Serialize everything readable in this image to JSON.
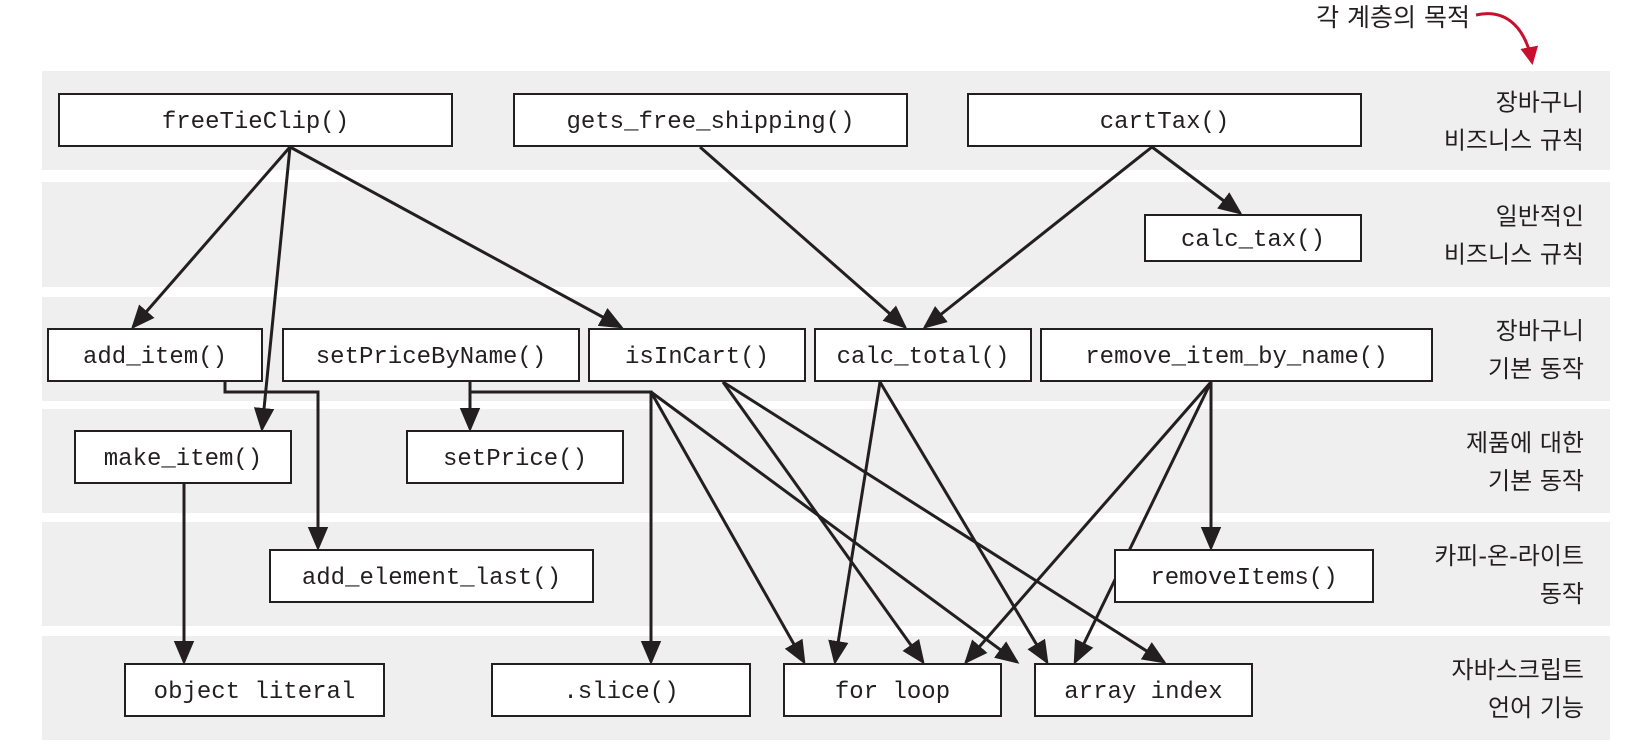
{
  "callout": {
    "text": "각 계층의 목적",
    "arrow_color": "#c8102e"
  },
  "layers": [
    {
      "id": "cart-business-rules",
      "line1": "장바구니",
      "line2": "비즈니스 규칙"
    },
    {
      "id": "general-business-rules",
      "line1": "일반적인",
      "line2": "비즈니스 규칙"
    },
    {
      "id": "cart-basic-operations",
      "line1": "장바구니",
      "line2": "기본 동작"
    },
    {
      "id": "item-basic-operations",
      "line1": "제품에 대한",
      "line2": "기본 동작"
    },
    {
      "id": "copy-on-write-operations",
      "line1": "카피-온-라이트",
      "line2": "동작"
    },
    {
      "id": "javascript-language-features",
      "line1": "자바스크립트",
      "line2": "언어 기능"
    }
  ],
  "nodes": [
    {
      "id": "freeTieClip",
      "label": "freeTieClip()"
    },
    {
      "id": "gets_free_shipping",
      "label": "gets_free_shipping()"
    },
    {
      "id": "cartTax",
      "label": "cartTax()"
    },
    {
      "id": "calc_tax",
      "label": "calc_tax()"
    },
    {
      "id": "add_item",
      "label": "add_item()"
    },
    {
      "id": "setPriceByName",
      "label": "setPriceByName()"
    },
    {
      "id": "isInCart",
      "label": "isInCart()"
    },
    {
      "id": "calc_total",
      "label": "calc_total()"
    },
    {
      "id": "remove_item_by_name",
      "label": "remove_item_by_name()"
    },
    {
      "id": "make_item",
      "label": "make_item()"
    },
    {
      "id": "setPrice",
      "label": "setPrice()"
    },
    {
      "id": "add_element_last",
      "label": "add_element_last()"
    },
    {
      "id": "removeItems",
      "label": "removeItems()"
    },
    {
      "id": "object_literal",
      "label": "object literal"
    },
    {
      "id": "slice",
      "label": ".slice()"
    },
    {
      "id": "for_loop",
      "label": "for loop"
    },
    {
      "id": "array_index",
      "label": "array index"
    }
  ],
  "edges": [
    {
      "from": "freeTieClip",
      "to": "add_item"
    },
    {
      "from": "freeTieClip",
      "to": "make_item"
    },
    {
      "from": "freeTieClip",
      "to": "isInCart"
    },
    {
      "from": "gets_free_shipping",
      "to": "calc_total"
    },
    {
      "from": "cartTax",
      "to": "calc_total"
    },
    {
      "from": "cartTax",
      "to": "calc_tax"
    },
    {
      "from": "add_item",
      "to": "add_element_last"
    },
    {
      "from": "make_item",
      "to": "object_literal"
    },
    {
      "from": "setPriceByName",
      "to": "setPrice"
    },
    {
      "from": "setPriceByName",
      "to": "slice"
    },
    {
      "from": "setPriceByName",
      "to": "for_loop"
    },
    {
      "from": "setPriceByName",
      "to": "array_index"
    },
    {
      "from": "isInCart",
      "to": "for_loop"
    },
    {
      "from": "isInCart",
      "to": "array_index"
    },
    {
      "from": "calc_total",
      "to": "for_loop"
    },
    {
      "from": "calc_total",
      "to": "array_index"
    },
    {
      "from": "remove_item_by_name",
      "to": "for_loop"
    },
    {
      "from": "remove_item_by_name",
      "to": "array_index"
    },
    {
      "from": "remove_item_by_name",
      "to": "removeItems"
    }
  ]
}
